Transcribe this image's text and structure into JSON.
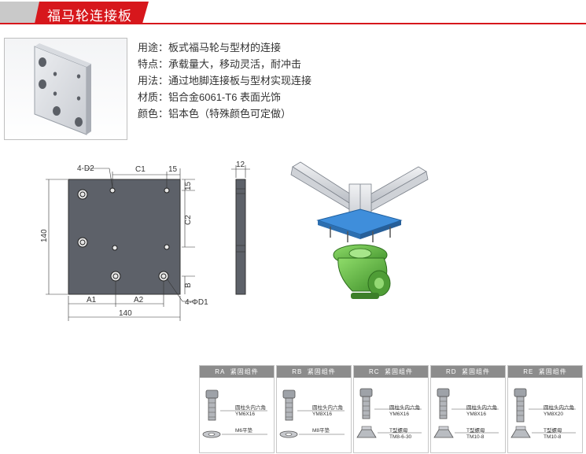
{
  "title": "福马轮连接板",
  "specs": [
    "用途：板式福马轮与型材的连接",
    "特点：承载量大，移动灵活，耐冲击",
    "用法：通过地脚连接板与型材实现连接",
    "材质：铝合金6061-T6 表面光饰",
    "颜色：铝本色（特殊颜色可定做）"
  ],
  "drawing": {
    "holes_top_label": "4-D2",
    "c1": "C1",
    "edge_top": "15",
    "edge_right": "15",
    "c2": "C2",
    "b": "B",
    "a1": "A1",
    "a2": "A2",
    "holes_bottom_label": "4-ΦD1",
    "width": "140",
    "height": "140",
    "thickness": "12"
  },
  "kits": [
    {
      "code": "RA",
      "name": "紧固组件",
      "part1": "圆柱头内六角",
      "part1_spec": "YM6X16",
      "part2": "M6平垫",
      "part2_spec": "",
      "type": "washer"
    },
    {
      "code": "RB",
      "name": "紧固组件",
      "part1": "圆柱头内六角",
      "part1_spec": "YM8X16",
      "part2": "M8平垫",
      "part2_spec": "",
      "type": "washer"
    },
    {
      "code": "RC",
      "name": "紧固组件",
      "part1": "圆柱头内六角",
      "part1_spec": "YM6X16",
      "part2": "T型螺母",
      "part2_spec": "TM8-6-30",
      "type": "tnut"
    },
    {
      "code": "RD",
      "name": "紧固组件",
      "part1": "圆柱头内六角",
      "part1_spec": "YM8X16",
      "part2": "T型螺母",
      "part2_spec": "TM10-8",
      "type": "tnut"
    },
    {
      "code": "RE",
      "name": "紧固组件",
      "part1": "圆柱头内六角",
      "part1_spec": "YM8X20",
      "part2": "T型螺母",
      "part2_spec": "TM10-8",
      "type": "tnut"
    }
  ]
}
